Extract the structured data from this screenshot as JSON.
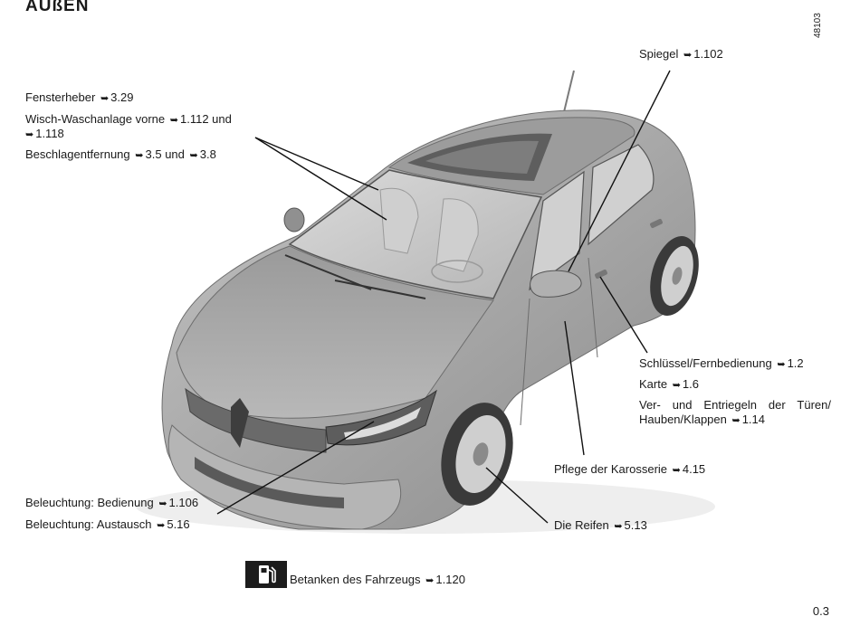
{
  "page": {
    "heading": "AUßEN",
    "ref_code": "48103",
    "page_number": "0.3"
  },
  "arrow_glyph": "➥",
  "callouts": {
    "fensterheber": {
      "text": "Fensterheber",
      "ref": "3.29"
    },
    "wisch_line1_text": "Wisch-Waschanlage vorne",
    "wisch_line1_ref": "1.112 und",
    "wisch_line2_ref": "1.118",
    "beschlag": {
      "text": "Beschlagentfernung",
      "ref1": "3.5",
      "und": "und",
      "ref2": "3.8"
    },
    "spiegel": {
      "text": "Spiegel",
      "ref": "1.102"
    },
    "schluessel": {
      "text": "Schlüssel/Fernbedienung",
      "ref": "1.2"
    },
    "karte": {
      "text": "Karte",
      "ref": "1.6"
    },
    "verriegeln_line1": "Ver- und Entriegeln der Türen/",
    "verriegeln_line2_text": "Hauben/Klappen",
    "verriegeln_line2_ref": "1.14",
    "pflege": {
      "text": "Pflege der Karosserie",
      "ref": "4.15"
    },
    "reifen": {
      "text": "Die Reifen",
      "ref": "5.13"
    },
    "bedienung": {
      "text": "Beleuchtung: Bedienung",
      "ref": "1.106"
    },
    "austausch": {
      "text": "Beleuchtung: Austausch",
      "ref": "5.16"
    },
    "tanken": {
      "text": "Betanken des Fahrzeugs",
      "ref": "1.120"
    }
  },
  "colors": {
    "car_body": "#a9a9a9",
    "car_dark": "#5e5e5e",
    "text": "#1a1a1a"
  }
}
